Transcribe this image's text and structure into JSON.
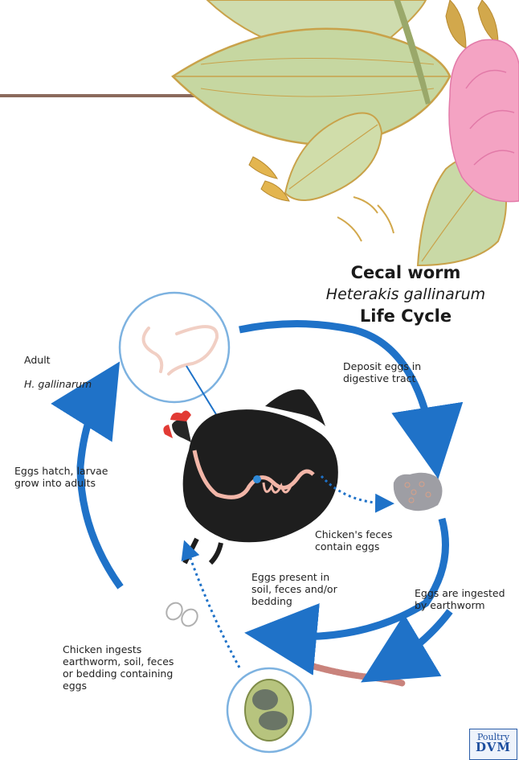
{
  "title": {
    "line1": "Cecal worm",
    "line2": "Heterakis gallinarum",
    "line3": "Life Cycle"
  },
  "labels": {
    "adult": "Adult",
    "adult_species": "H. gallinarum",
    "deposit": "Deposit eggs in\ndigestive tract",
    "hatch": "Eggs hatch, larvae\ngrow into adults",
    "feces": "Chicken's feces\ncontain eggs",
    "present": "Eggs present in\nsoil, feces and/or\nbedding",
    "ingested_worm": "Eggs are ingested\nby earthworm",
    "chicken_ingests": "Chicken ingests\nearthworm, soil, feces\nor bedding containing\neggs"
  },
  "logo": {
    "line1": "Poultry",
    "line2": "DVM"
  },
  "colors": {
    "arrow_blue": "#1f72c8",
    "leaf_green": "#c9d9a6",
    "flower_pink": "#f19bbf",
    "divider": "#8b6a5c"
  }
}
